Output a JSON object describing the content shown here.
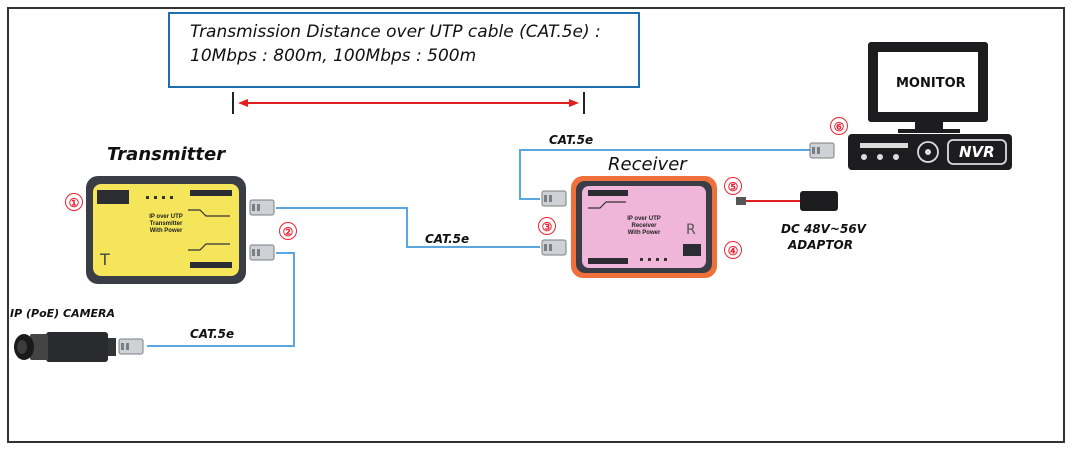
{
  "title_box": {
    "line1": "Transmission Distance over UTP cable (CAT.5e) :",
    "line2": "10Mbps : 800m, 100Mbps : 500m"
  },
  "transmitter": {
    "title": "Transmitter",
    "device_text": "IP over UTP\nTransmitter\nWith Power",
    "letter": "T"
  },
  "receiver": {
    "title": "Receiver",
    "device_text": "IP over UTP\nReceiver\nWith Power",
    "letter": "R"
  },
  "monitor": {
    "label": "MONITOR"
  },
  "nvr": {
    "label": "NVR"
  },
  "camera": {
    "label": "IP (PoE) CAMERA"
  },
  "adaptor": {
    "line1": "DC 48V~56V",
    "line2": "ADAPTOR"
  },
  "cables": {
    "tx_rx": "CAT.5e",
    "camera_tx": "CAT.5e",
    "rx_nvr": "CAT.5e"
  },
  "markers": [
    "①",
    "②",
    "③",
    "④",
    "⑤",
    "⑥"
  ],
  "colors": {
    "transmitter_body": "#f4e55a",
    "receiver_body": "#efb6d9",
    "device_shell": "#3a3d45",
    "cable": "#5aa6e0",
    "distance_arrow": "#e02020",
    "power_cable": "#e02020",
    "marker": "#e22233",
    "title_border": "#1f6fb0"
  }
}
